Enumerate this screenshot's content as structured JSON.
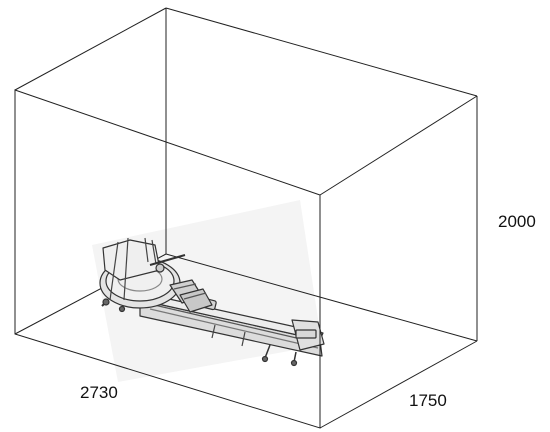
{
  "dimensions": {
    "height": "2000",
    "width": "2730",
    "depth": "1750"
  },
  "object": {
    "icon": "rowing-machine-icon"
  },
  "colors": {
    "line": "#222222",
    "machine_fill": "#e8e8e8",
    "machine_stroke": "#333333"
  }
}
